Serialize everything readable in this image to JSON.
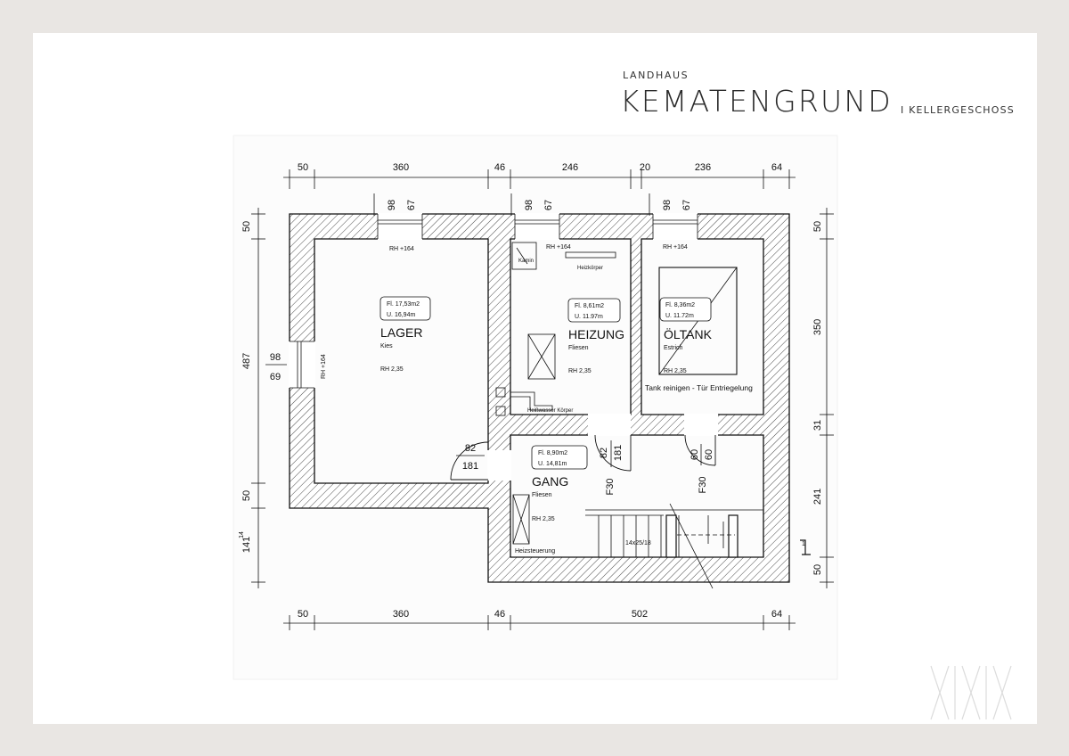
{
  "brand": {
    "subtitle": "LANDHAUS",
    "title": "KEMATENGRUND",
    "section": "I KELLERGESCHOSS"
  },
  "plan": {
    "dims_top": [
      "50",
      "360",
      "46",
      "246",
      "20",
      "236",
      "64"
    ],
    "dims_bottom": [
      "50",
      "360",
      "46",
      "502",
      "64"
    ],
    "dims_left": [
      "50",
      "487",
      "50",
      "141",
      "14"
    ],
    "dims_right": [
      "50",
      "350",
      "31",
      "241",
      "50"
    ],
    "window_labels": {
      "w1": [
        "98",
        "67"
      ],
      "w2": [
        "98",
        "67"
      ],
      "w3": [
        "98",
        "67"
      ],
      "left": [
        "98",
        "69"
      ]
    },
    "sill_label": "RH +164",
    "rooms": {
      "lager": {
        "name": "LAGER",
        "area": "Fl. 17,53m2",
        "perimeter": "U. 16,94m",
        "floor": "Kies",
        "height": "RH 2,35"
      },
      "heizung": {
        "name": "HEIZUNG",
        "area": "Fl. 8,61m2",
        "perimeter": "U. 11.97m",
        "floor": "Fliesen",
        "height": "RH 2,35"
      },
      "oeltank": {
        "name": "ÖLTANK",
        "area": "Fl. 8,36m2",
        "perimeter": "U. 11.72m",
        "floor": "Estrich",
        "height": "RH 2,35"
      },
      "gang": {
        "name": "GANG",
        "area": "Fl. 8,90m2",
        "perimeter": "U. 14,81m",
        "floor": "Fliesen",
        "height": "RH 2,35"
      }
    },
    "doors": {
      "d1": [
        "82",
        "181"
      ],
      "d2": [
        "82",
        "181"
      ],
      "d3": [
        "60",
        "60"
      ]
    },
    "fire_doors": [
      "F30",
      "F30"
    ],
    "labels": {
      "heizkoerper": "Heizkörper",
      "kamin": "Kamin",
      "heizung_unit": "Heißwasser Körper",
      "heizsteuerung": "Heizsteuerung",
      "tank_note": "Tank reinigen - Tür Entriegelung",
      "stair": "14x25/18",
      "north": "1"
    }
  }
}
